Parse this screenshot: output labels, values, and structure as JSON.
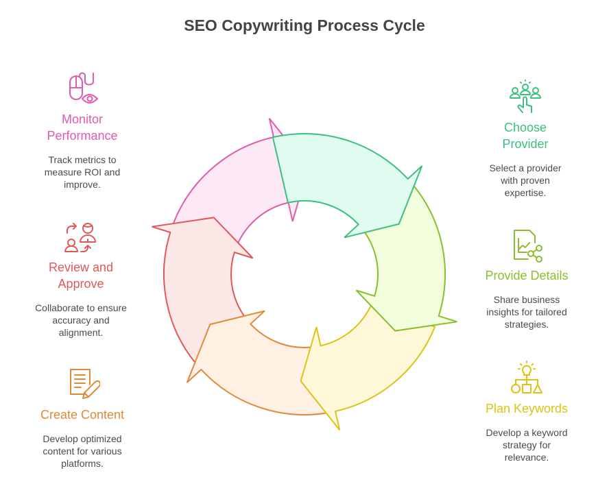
{
  "title": "SEO Copywriting Process Cycle",
  "steps": [
    {
      "id": "choose-provider",
      "label": "Choose Provider",
      "label_lines": [
        "Choose",
        "Provider"
      ],
      "description": "Select a provider with proven expertise.",
      "icon": "people-pointing-hand-icon",
      "color": "#3cc07e",
      "fill": "#e0fbef"
    },
    {
      "id": "provide-details",
      "label": "Provide Details",
      "label_lines": [
        "Provide Details"
      ],
      "description": "Share business insights for tailored strategies.",
      "icon": "document-chart-share-icon",
      "color": "#8bbd2e",
      "fill": "#f1fddb"
    },
    {
      "id": "plan-keywords",
      "label": "Plan Keywords",
      "label_lines": [
        "Plan Keywords"
      ],
      "description": "Develop a keyword strategy for relevance.",
      "icon": "lightbulb-hierarchy-icon",
      "color": "#dcc314",
      "fill": "#fef8d8"
    },
    {
      "id": "create-content",
      "label": "Create Content",
      "label_lines": [
        "Create Content"
      ],
      "description": "Develop optimized content for various platforms.",
      "icon": "document-pencil-icon",
      "color": "#e08a38",
      "fill": "#fef0e3"
    },
    {
      "id": "review-approve",
      "label": "Review and Approve",
      "label_lines": [
        "Review and",
        "Approve"
      ],
      "description": "Collaborate to ensure accuracy and alignment.",
      "icon": "people-exchange-icon",
      "color": "#e25757",
      "fill": "#fde8e8"
    },
    {
      "id": "monitor-performance",
      "label": "Monitor Performance",
      "label_lines": [
        "Monitor",
        "Performance"
      ],
      "description": "Track metrics to measure ROI and improve.",
      "icon": "mouse-eye-icon",
      "color": "#e05aaf",
      "fill": "#fde8f5"
    }
  ]
}
